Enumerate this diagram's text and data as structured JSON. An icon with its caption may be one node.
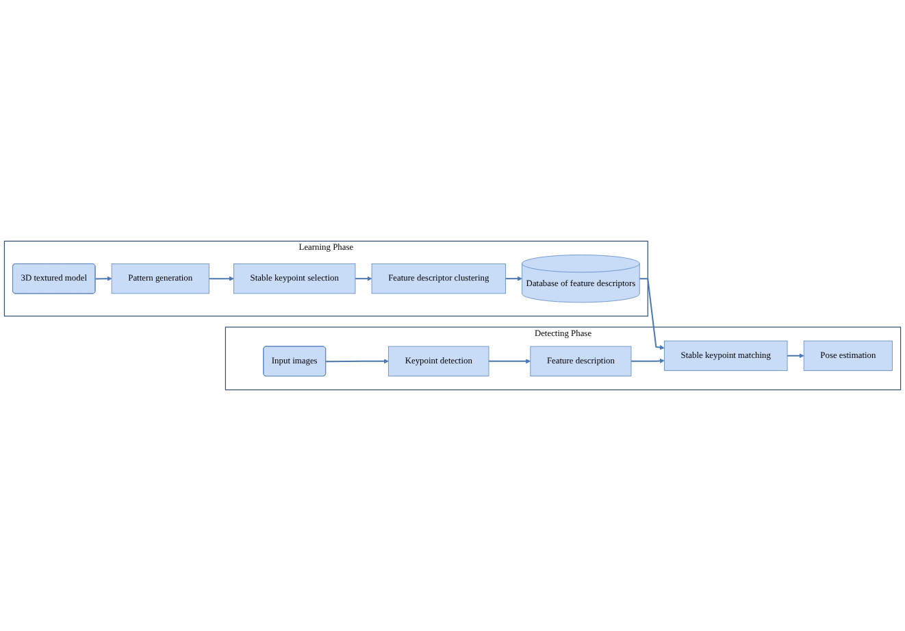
{
  "diagram": {
    "nodes": [
      {
        "text": [
          "Learning Phase"
        ]
      },
      {
        "text": [
          "3D textured model"
        ],
        "in": 0
      },
      {
        "text": [
          "Pattern generation"
        ],
        "in": 0
      },
      {
        "text": [
          "Stable keypoint selection"
        ],
        "in": 0
      },
      {
        "text": [
          "Feature descriptor clustering"
        ],
        "in": 0
      },
      {
        "text": [
          "Database of feature descriptors"
        ],
        "in": 0
      },
      {
        "text": [
          "Detecting Phase"
        ]
      },
      {
        "text": [
          "Input images"
        ],
        "in": 6
      },
      {
        "text": [
          "Keypoint detection"
        ],
        "in": 6
      },
      {
        "text": [
          "Feature description"
        ],
        "in": 6
      },
      {
        "text": [
          "Stable keypoint matching"
        ],
        "in": 6
      },
      {
        "text": [
          "Pose estimation"
        ],
        "in": 6
      }
    ],
    "edges": [
      {
        "from": 1,
        "to": 2,
        "arrow": "to"
      },
      {
        "from": 2,
        "to": 3,
        "arrow": "to"
      },
      {
        "from": 3,
        "to": 4,
        "arrow": "to"
      },
      {
        "from": 4,
        "to": 5,
        "arrow": "to"
      },
      {
        "from": 5,
        "to": 10,
        "arrow": "to"
      },
      {
        "from": 7,
        "to": 8,
        "arrow": "to"
      },
      {
        "from": 8,
        "to": 9,
        "arrow": "to"
      },
      {
        "from": 9,
        "to": 10,
        "arrow": "to"
      },
      {
        "from": 10,
        "to": 11,
        "arrow": "to"
      }
    ]
  }
}
